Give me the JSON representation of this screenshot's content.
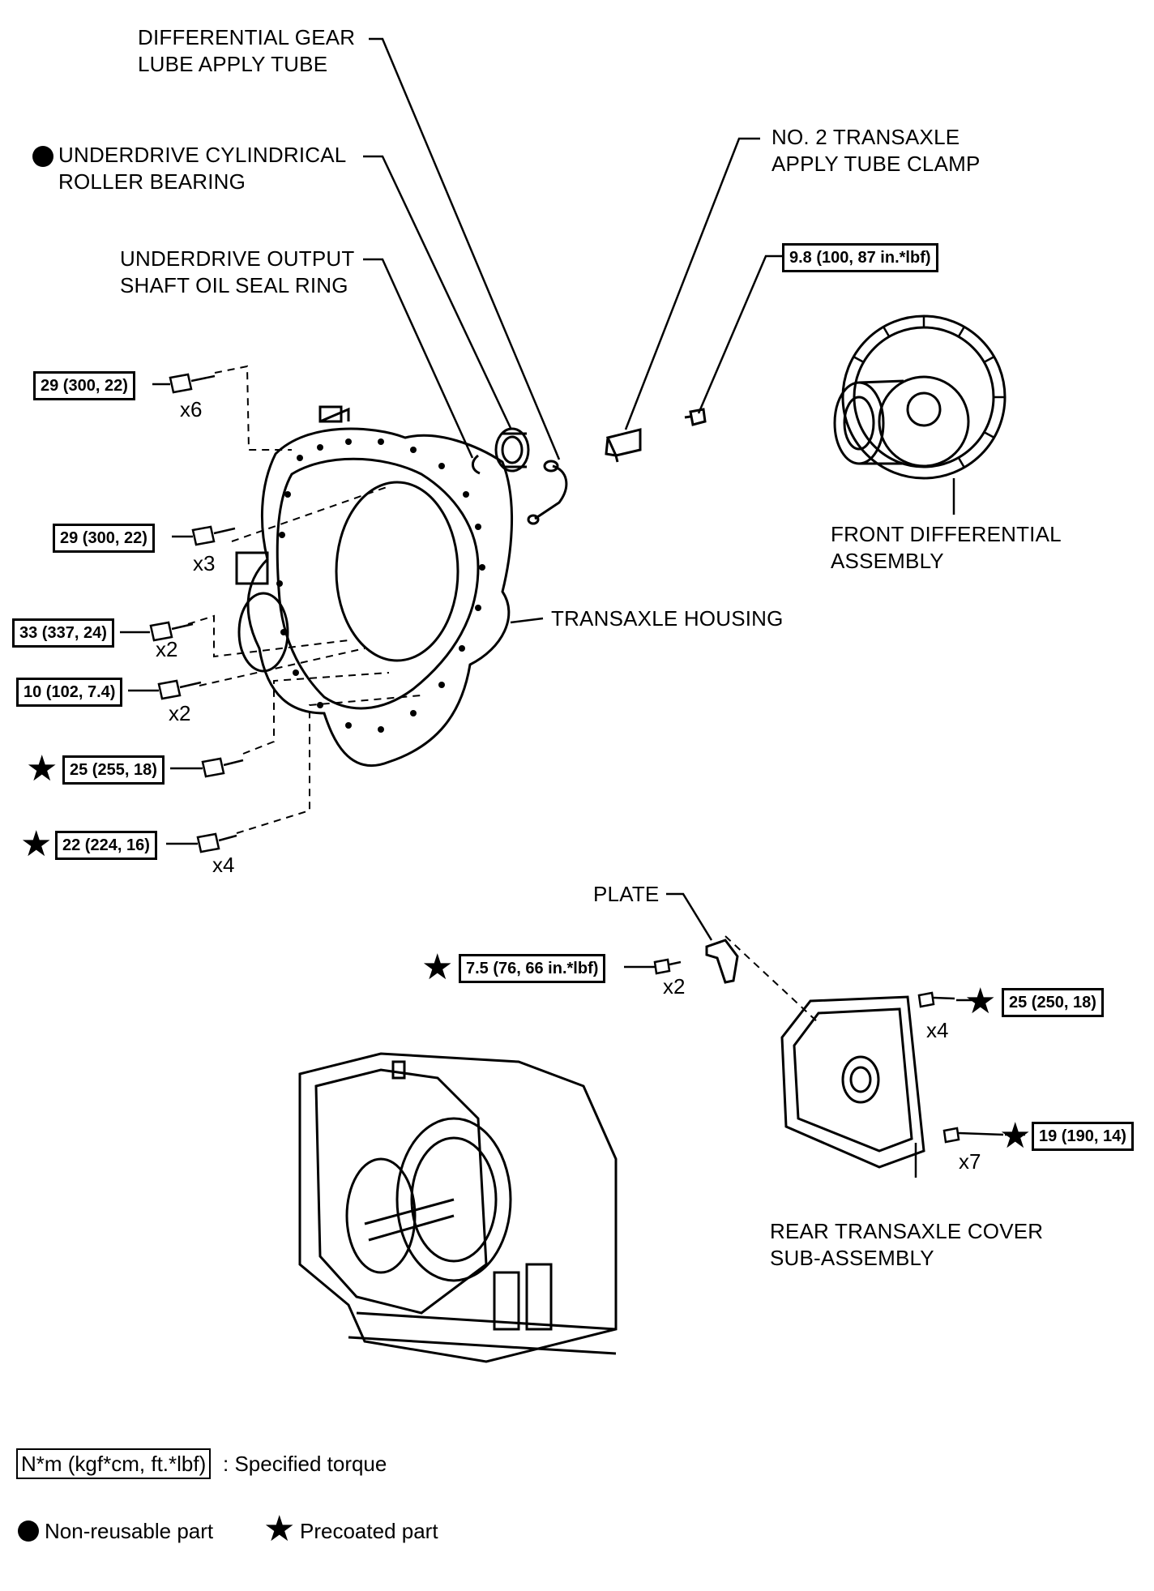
{
  "labels": {
    "diff_lube_tube": [
      "DIFFERENTIAL GEAR",
      "LUBE APPLY TUBE"
    ],
    "ud_bearing": [
      "UNDERDRIVE CYLINDRICAL",
      "ROLLER BEARING"
    ],
    "ud_seal": [
      "UNDERDRIVE OUTPUT",
      "SHAFT OIL SEAL RING"
    ],
    "clamp": [
      "NO. 2 TRANSAXLE",
      "APPLY TUBE CLAMP"
    ],
    "front_diff": [
      "FRONT DIFFERENTIAL",
      "ASSEMBLY"
    ],
    "housing": "TRANSAXLE HOUSING",
    "plate": "PLATE",
    "rear_cover": [
      "REAR TRANSAXLE COVER",
      "SUB-ASSEMBLY"
    ]
  },
  "torques": {
    "t1": "29 (300, 22)",
    "t2": "29 (300, 22)",
    "t3": "33 (337, 24)",
    "t4": "10 (102, 7.4)",
    "t5": "25 (255, 18)",
    "t6": "22 (224, 16)",
    "t7": "7.5 (76, 66 in.*lbf)",
    "t8": "25 (250, 18)",
    "t9": "19 (190, 14)",
    "t10": "9.8 (100, 87 in.*lbf)"
  },
  "quantities": {
    "q1": "x6",
    "q2": "x3",
    "q3": "x2",
    "q4": "x2",
    "q6": "x4",
    "q7": "x2",
    "q8": "x4",
    "q9": "x7"
  },
  "legend": {
    "torque_unit": "N*m (kgf*cm, ft.*lbf)",
    "torque_text": ": Specified torque",
    "nonreusable": "Non-reusable part",
    "precoated": "Precoated part"
  }
}
